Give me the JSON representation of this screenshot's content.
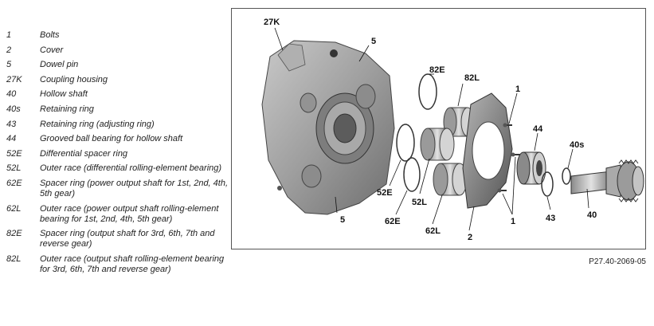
{
  "legend": [
    {
      "num": "1",
      "text": "Bolts"
    },
    {
      "num": "2",
      "text": "Cover"
    },
    {
      "num": "5",
      "text": "Dowel pin"
    },
    {
      "num": "27K",
      "text": "Coupling housing"
    },
    {
      "num": "40",
      "text": "Hollow shaft"
    },
    {
      "num": "40s",
      "text": "Retaining ring"
    },
    {
      "num": "43",
      "text": "Retaining ring (adjusting ring)"
    },
    {
      "num": "44",
      "text": "Grooved ball bearing for hollow shaft"
    },
    {
      "num": "52E",
      "text": "Differential spacer ring"
    },
    {
      "num": "52L",
      "text": "Outer race (differential rolling-element bearing)"
    },
    {
      "num": "62E",
      "text": "Spacer ring (power output shaft for 1st, 2nd, 4th, 5th gear)"
    },
    {
      "num": "62L",
      "text": "Outer race (power output shaft rolling-element bearing for 1st, 2nd, 4th, 5th gear)"
    },
    {
      "num": "82E",
      "text": "Spacer ring (output shaft for 3rd, 6th, 7th and reverse gear)"
    },
    {
      "num": "82L",
      "text": "Outer race (output shaft rolling-element bearing for 3rd, 6th, 7th and reverse gear)"
    }
  ],
  "callouts": {
    "c27K": "27K",
    "c5a": "5",
    "c5b": "5",
    "c82E": "82E",
    "c82L": "82L",
    "c1a": "1",
    "c1b": "1",
    "c44": "44",
    "c40s": "40s",
    "c52E": "52E",
    "c52L": "52L",
    "c62E": "62E",
    "c62L": "62L",
    "c2": "2",
    "c43": "43",
    "c40": "40"
  },
  "figure_ref": "P27.40-2069-05"
}
